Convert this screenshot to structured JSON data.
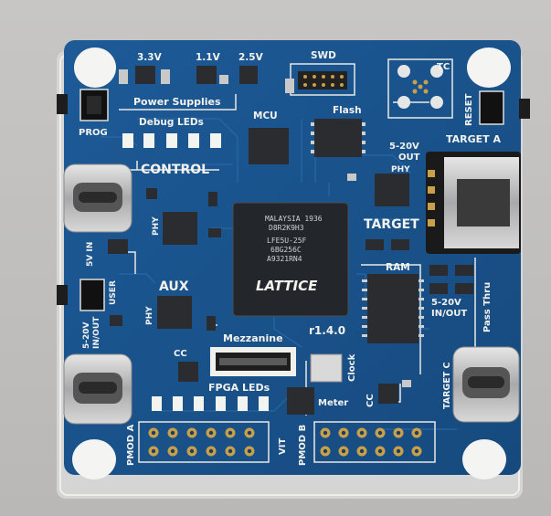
{
  "board": {
    "labels": {
      "power_supplies": "Power Supplies",
      "v33": "3.3V",
      "v11": "1.1V",
      "v25": "2.5V",
      "swd": "SWD",
      "tc": "TC",
      "reset": "RESET",
      "prog": "PROG",
      "debug_leds": "Debug LEDs",
      "mcu": "MCU",
      "flash": "Flash",
      "control": "CONTROL",
      "phy1": "PHY",
      "phy2": "PHY",
      "phy3": "PHY",
      "v5_in": "5V IN",
      "user": "USER",
      "aux": "AUX",
      "io_5_20v_left_1": "5-20V",
      "io_5_20v_left_2": "IN/OUT",
      "cc_left": "CC",
      "mezzanine": "Mezzanine",
      "fpga_leds": "FPGA LEDs",
      "r140": "r1.4.0",
      "clock": "Clock",
      "meter": "Meter",
      "cc_right": "CC",
      "target_a": "TARGET A",
      "out_1": "5-20V",
      "out_2": "OUT",
      "target": "TARGET",
      "ram": "RAM",
      "inout_1": "5-20V",
      "inout_2": "IN/OUT",
      "pass_thru": "Pass Thru",
      "target_c": "TARGET C",
      "pmod_a": "PMOD A",
      "pmod_b": "PMOD B",
      "vit": "VIT"
    },
    "fpga": {
      "line1": "MALAYSIA 1936",
      "line2": "D8R2K9H3",
      "line3": "LFE5U-25F",
      "line4": "6BG256C",
      "line5": "A9321RN4",
      "brand": "LATTICE"
    },
    "colors": {
      "pcb": "#1a4f86",
      "silkscreen": "#f2f2ee",
      "chip": "#2a2c30",
      "gold": "#c9a04a",
      "acrylic": "#dcdcdc"
    }
  }
}
